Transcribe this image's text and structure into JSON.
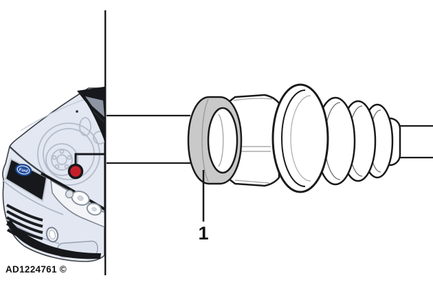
{
  "figure": {
    "type": "service-manual-illustration",
    "footer_code": "AD1224761 ©",
    "callout": {
      "label": "1"
    },
    "logo_text": "Ford",
    "colors": {
      "background": "#ffffff",
      "outline": "#1a1a1a",
      "clamp_ring_fill": "#c9c9c9",
      "car_body": "#e2e7f1",
      "dark_trim": "#17181b",
      "marker_red": "#c5202a",
      "logo_blue": "#2550a0",
      "ghost_line": "#b4bcca",
      "boot_fill": "#ffffff"
    }
  }
}
